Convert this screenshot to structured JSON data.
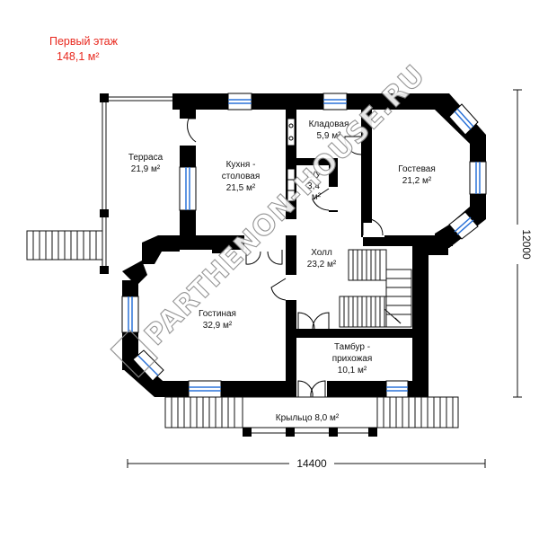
{
  "header": {
    "title": "Первый этаж",
    "area": "148,1 м²"
  },
  "rooms": {
    "terrace": {
      "name": "Терраса",
      "area": "21,9 м²"
    },
    "kitchen": {
      "name1": "Кухня -",
      "name2": "столовая",
      "area": "21,5 м²"
    },
    "pantry": {
      "name": "Кладовая",
      "area": "5,9 м²"
    },
    "wc": {
      "name": "С/У",
      "area1": "3,4",
      "area2": "м²"
    },
    "guest": {
      "name": "Гостевая",
      "area": "21,2 м²"
    },
    "hall": {
      "name": "Холл",
      "area": "23,2 м²"
    },
    "living": {
      "name": "Гостиная",
      "area": "32,9 м²"
    },
    "vestibule": {
      "name1": "Тамбур -",
      "name2": "прихожая",
      "area": "10,1 м²"
    },
    "porch": {
      "label": "Крыльцо 8,0 м²"
    }
  },
  "dimensions": {
    "width": "14400",
    "height": "12000"
  },
  "watermark": "PARTHENON-HOUSE.RU",
  "colors": {
    "wall": "#000000",
    "window": "#2a72d8",
    "title": "#e8281e"
  }
}
